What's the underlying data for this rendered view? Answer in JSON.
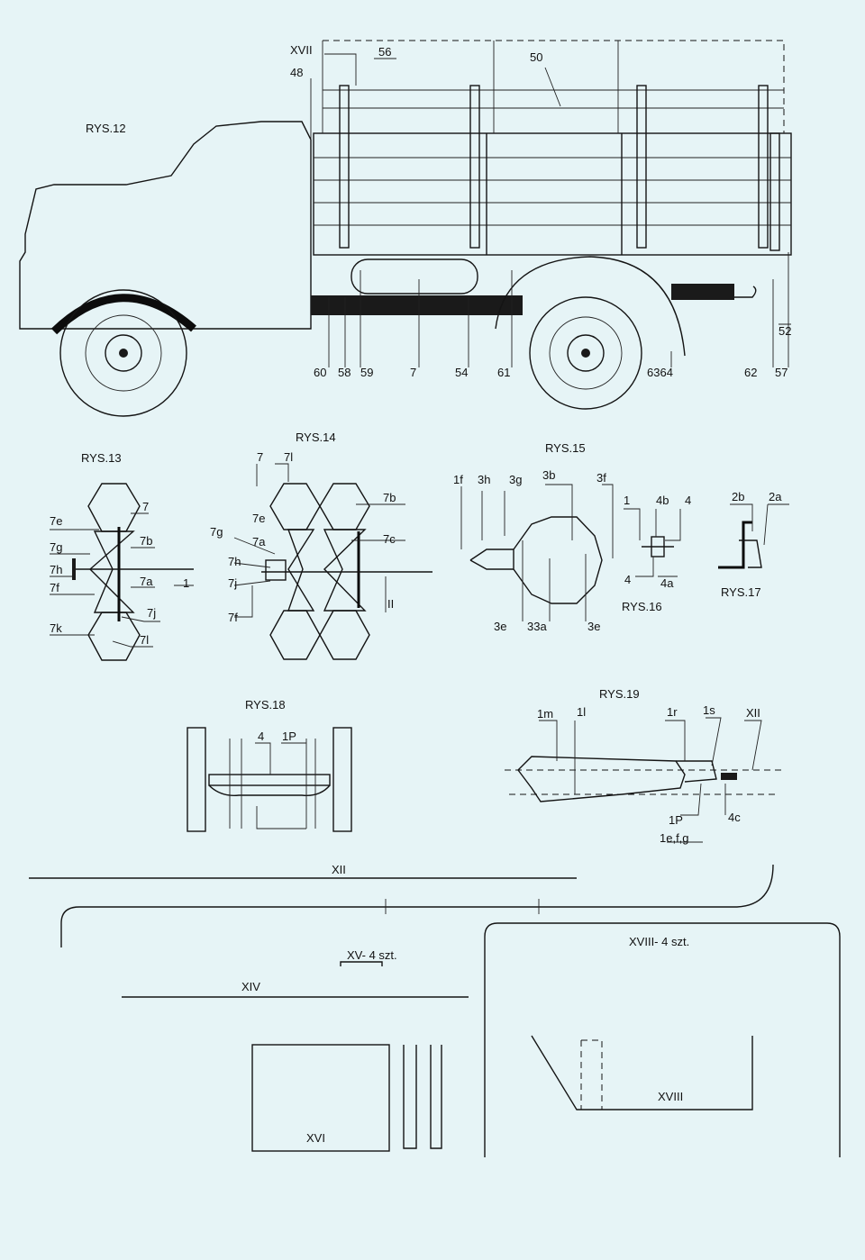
{
  "figures": {
    "rys12": {
      "caption": "RYS.12",
      "labels": [
        "XVII",
        "56",
        "48",
        "50",
        "60",
        "58",
        "59",
        "7",
        "54",
        "61",
        "6364",
        "62",
        "57",
        "52"
      ]
    },
    "rys13": {
      "caption": "RYS.13",
      "labels": [
        "7",
        "7e",
        "7b",
        "7g",
        "7h",
        "7a",
        "7f",
        "1",
        "7j",
        "7k",
        "7l"
      ]
    },
    "rys14": {
      "caption": "RYS.14",
      "labels": [
        "7",
        "7l",
        "7b",
        "7e",
        "7c",
        "7g",
        "7a",
        "7h",
        "7j",
        "7f",
        "II"
      ]
    },
    "rys15": {
      "caption": "RYS.15",
      "labels": [
        "1f",
        "3h",
        "3g",
        "3b",
        "3f",
        "3e",
        "33a",
        "3e"
      ]
    },
    "rys16": {
      "caption": "RYS.16",
      "labels": [
        "1",
        "4b",
        "4",
        "4",
        "4a"
      ]
    },
    "rys17": {
      "caption": "RYS.17",
      "labels": [
        "2b",
        "2a"
      ]
    },
    "rys18": {
      "caption": "RYS.18",
      "labels": [
        "4",
        "1P"
      ]
    },
    "rys19": {
      "caption": "RYS.19",
      "labels": [
        "1m",
        "1l",
        "1r",
        "1s",
        "XII",
        "1P",
        "4c",
        "1e,f,g"
      ]
    }
  },
  "parts": {
    "xii": "XII",
    "xiv": "XIV",
    "xv": "XV- 4 szt.",
    "xvi": "XVI",
    "xviii_count": "XVIII- 4 szt.",
    "xviii": "XVIII"
  }
}
